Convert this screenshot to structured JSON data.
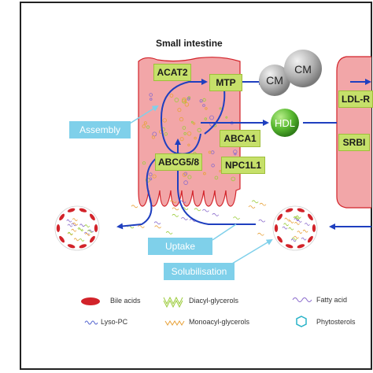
{
  "title": "Small intestine",
  "proteins": {
    "acat2": "ACAT2",
    "mtp": "MTP",
    "abca1": "ABCA1",
    "abcg58": "ABCG5/8",
    "npc1l1": "NPC1L1",
    "ldlr": "LDL-R",
    "srbi": "SRBI"
  },
  "particles": {
    "cm1": "CM",
    "cm2": "CM",
    "hdl": "HDL"
  },
  "processes": {
    "assembly": "Assembly",
    "uptake": "Uptake",
    "solubilisation": "Solubilisation"
  },
  "legend": [
    {
      "key": "bile",
      "label": "Bile acids"
    },
    {
      "key": "diacyl",
      "label": "Diacyl-glycerols"
    },
    {
      "key": "fatty",
      "label": "Fatty acid"
    },
    {
      "key": "lyso",
      "label": "Lyso-PC"
    },
    {
      "key": "mono",
      "label": "Monoacyl-glycerols"
    },
    {
      "key": "phyto",
      "label": "Phytosterols"
    }
  ],
  "colors": {
    "cell_fill": "#f2a6a8",
    "cell_stroke": "#d2232a",
    "protein_box": "#c6e06a",
    "process_box": "#7fd0ea",
    "arrow": "#1f3fbf",
    "hdl": "#4caf2f",
    "cm": "#a9a9a9",
    "bile": "#d2232a"
  }
}
